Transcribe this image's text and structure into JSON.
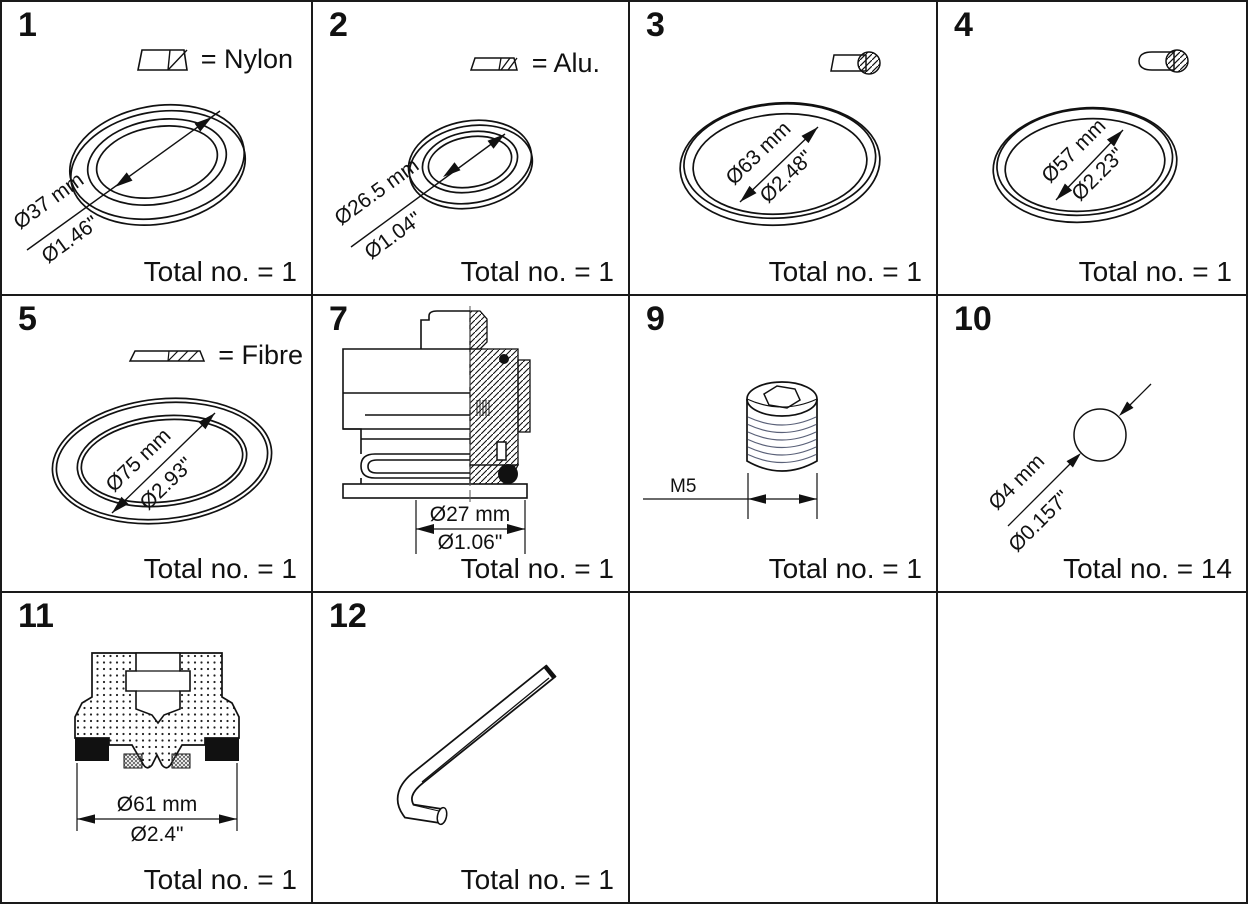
{
  "document": {
    "kind": "spare-parts-diagram",
    "line_color": "#1a1a1a",
    "thread_color": "#5a6178"
  },
  "parts": [
    {
      "number": "1",
      "legend": {
        "icon": "nylon-section-icon",
        "label": "= Nylon"
      },
      "dims": {
        "metric": "Ø37 mm",
        "imperial": "Ø1.46\""
      },
      "total": "Total no. = 1"
    },
    {
      "number": "2",
      "legend": {
        "icon": "alu-section-icon",
        "label": "= Alu."
      },
      "dims": {
        "metric": "Ø26.5 mm",
        "imperial": "Ø1.04\""
      },
      "total": "Total no. = 1"
    },
    {
      "number": "3",
      "legend": {
        "icon": "oring-section-icon",
        "label": ""
      },
      "dims": {
        "metric": "Ø63 mm",
        "imperial": "Ø2.48\""
      },
      "total": "Total no. = 1"
    },
    {
      "number": "4",
      "legend": {
        "icon": "oring-rounded-section-icon",
        "label": ""
      },
      "dims": {
        "metric": "Ø57 mm",
        "imperial": "Ø2.23\""
      },
      "total": "Total no. = 1"
    },
    {
      "number": "5",
      "legend": {
        "icon": "fibre-section-icon",
        "label": "= Fibre"
      },
      "dims": {
        "metric": "Ø75 mm",
        "imperial": "Ø2.93\""
      },
      "total": "Total no. = 1"
    },
    {
      "number": "7",
      "dims": {
        "metric": "Ø27 mm",
        "imperial": "Ø1.06\""
      },
      "total": "Total no. = 1"
    },
    {
      "number": "9",
      "dims": {
        "metric": "M5",
        "imperial": ""
      },
      "total": "Total no. = 1"
    },
    {
      "number": "10",
      "dims": {
        "metric": "Ø4 mm",
        "imperial": "Ø0.157\""
      },
      "total": "Total no. = 14"
    },
    {
      "number": "11",
      "dims": {
        "metric": "Ø61 mm",
        "imperial": "Ø2.4\""
      },
      "total": "Total no. = 1"
    },
    {
      "number": "12",
      "total": "Total no. = 1"
    }
  ]
}
